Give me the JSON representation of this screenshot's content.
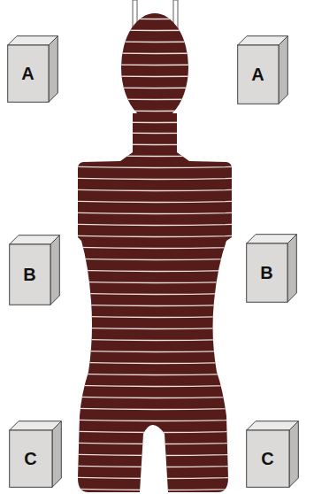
{
  "diagram": {
    "nodes": [
      {
        "text": [
          "A"
        ]
      },
      {
        "text": [
          "A"
        ]
      },
      {
        "text": [
          "B"
        ]
      },
      {
        "text": [
          "B"
        ]
      },
      {
        "text": [
          "C"
        ]
      },
      {
        "text": [
          "C"
        ]
      }
    ]
  }
}
